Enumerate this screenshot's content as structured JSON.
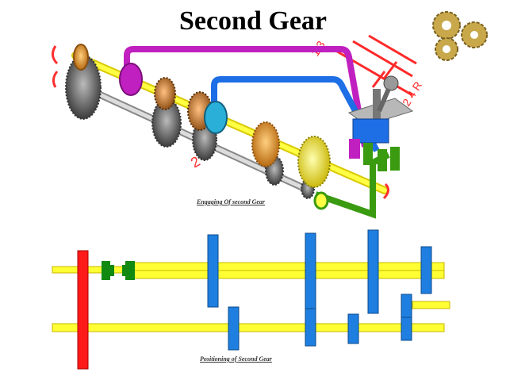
{
  "title": "Second Gear",
  "top_caption": "Engaging Of second Gear",
  "bottom_caption": "Positioning of Second Gear",
  "shift_pattern_labels": {
    "top": "1 3",
    "bottom": "2 4 R"
  },
  "gear_label": "2",
  "icon": "gears-icon",
  "colors": {
    "shaft": "#ffff33",
    "gear": "#1e7fe0",
    "reverse": "#ff1a1a",
    "synchro": "#128a12",
    "rod_blue": "#1e6ee6",
    "rod_purple": "#c020c0",
    "rod_green": "#3a9a10",
    "gear_dark": "#555555",
    "gear_orange": "#e08a20"
  }
}
